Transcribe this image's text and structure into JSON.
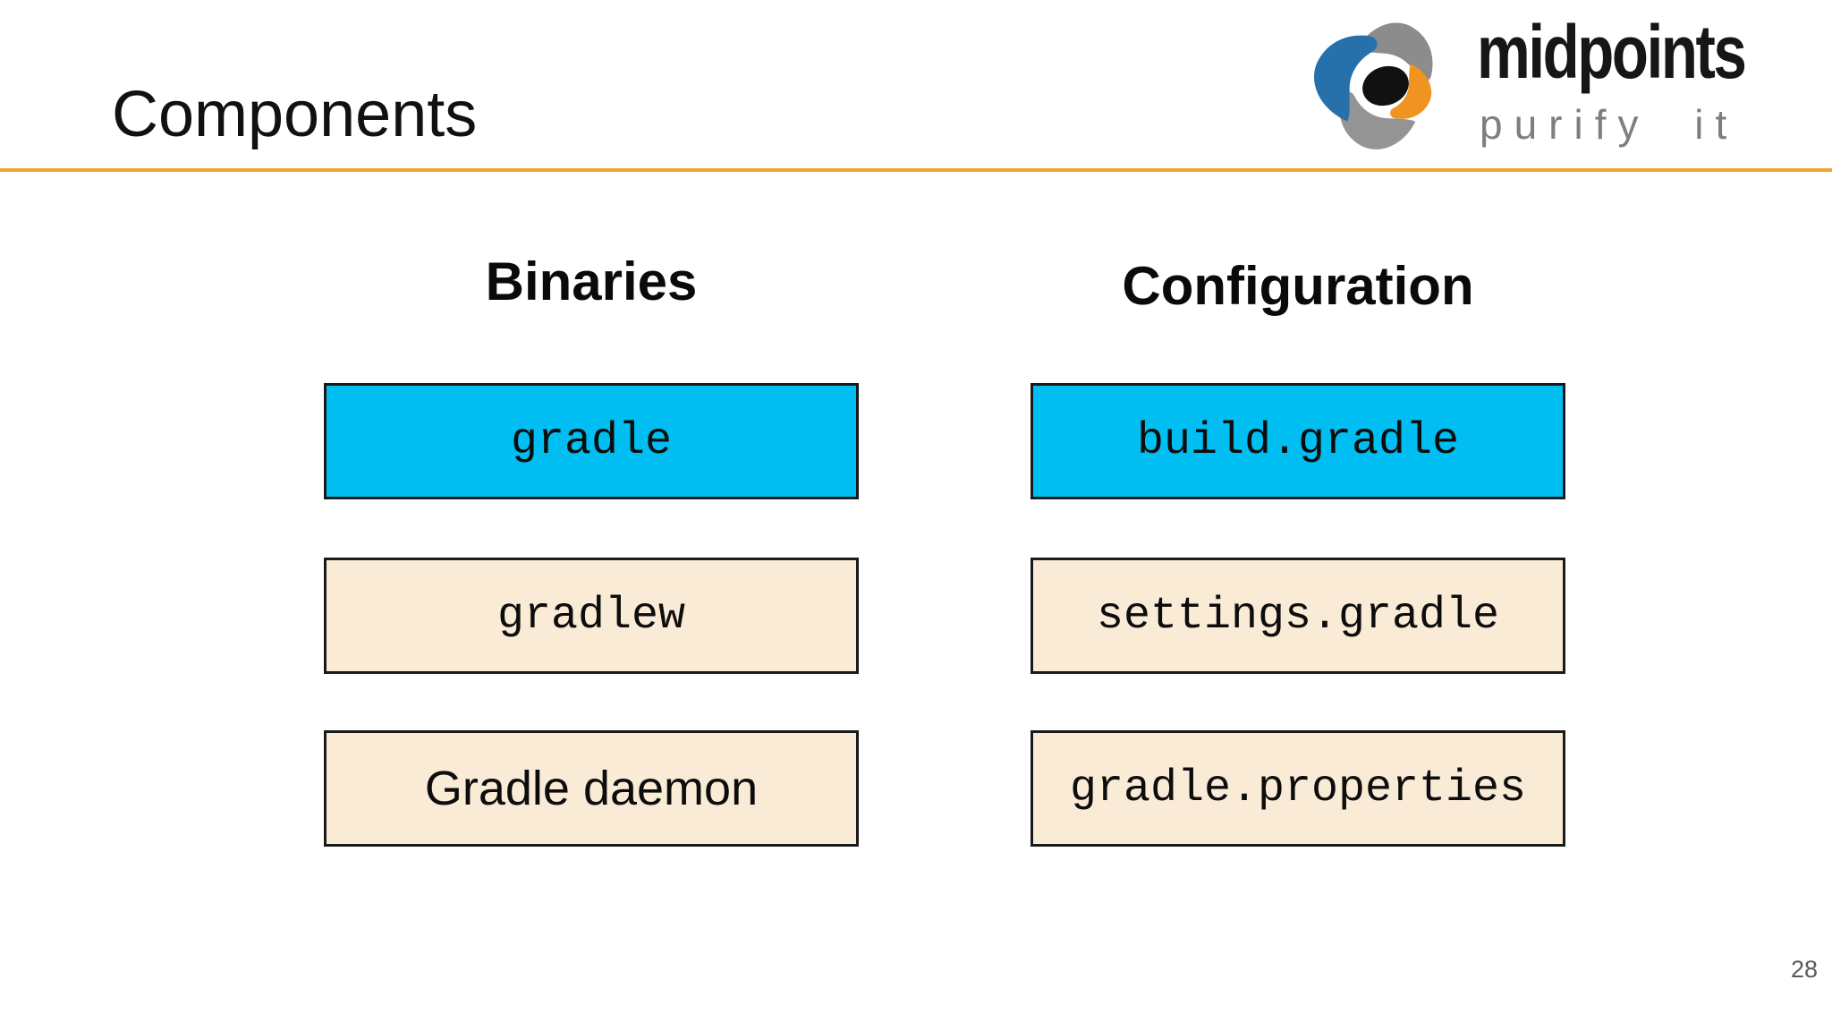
{
  "slide": {
    "title": "Components",
    "page_number": "28",
    "accent_line_color": "#EFA42D",
    "background_color": "#FFFFFF"
  },
  "logo": {
    "brand": "midpoints",
    "tagline": "purify it",
    "icon": "pinwheel-swirl-icon",
    "colors": {
      "blade_blue": "#2670AB",
      "blade_orange": "#F09321",
      "blade_gray": "#8C8C8C",
      "center_black": "#111111",
      "brand_text": "#161616",
      "tagline_gray": "#7E7E7E"
    }
  },
  "colors": {
    "box_cyan": "#00BEF2",
    "box_beige": "#FAEBD7",
    "box_border": "#1A1A1A"
  },
  "columns": [
    {
      "header": "Binaries",
      "boxes": [
        {
          "label": "gradle",
          "fill": "#00BEF2"
        },
        {
          "label": "gradlew",
          "fill": "#FAEBD7"
        },
        {
          "label": "Gradle daemon",
          "fill": "#FAEBD7"
        }
      ]
    },
    {
      "header": "Configuration",
      "boxes": [
        {
          "label": "build.gradle",
          "fill": "#00BEF2"
        },
        {
          "label": "settings.gradle",
          "fill": "#FAEBD7"
        },
        {
          "label": "gradle.properties",
          "fill": "#FAEBD7"
        }
      ]
    }
  ]
}
